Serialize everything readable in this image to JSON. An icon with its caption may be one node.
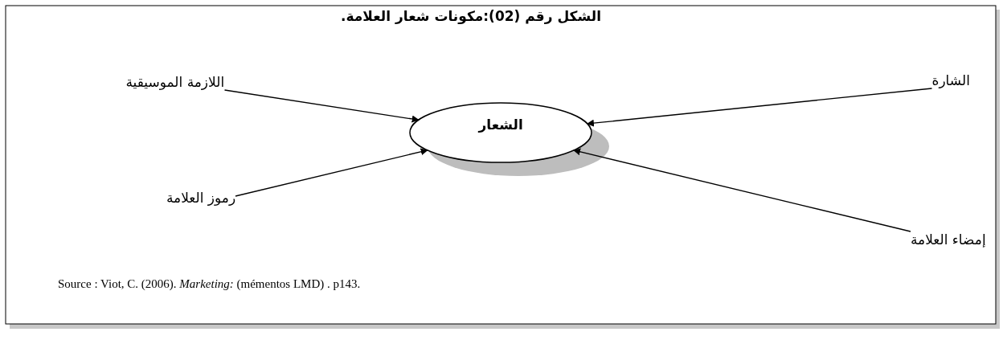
{
  "diagram": {
    "title": "الشكل رقم (02):مكونات شعار العلامة.",
    "nodes": [
      {
        "text": [
          "الشعار"
        ]
      },
      {
        "text": [
          "اللازمة الموسيقية"
        ]
      },
      {
        "text": [
          "الشارة"
        ]
      },
      {
        "text": [
          "رموز العلامة"
        ]
      },
      {
        "text": [
          "إمضاء العلامة"
        ]
      }
    ],
    "edges": [
      {
        "from": 1,
        "to": 0,
        "arrow": "to"
      },
      {
        "from": 2,
        "to": 0,
        "arrow": "to"
      },
      {
        "from": 3,
        "to": 0,
        "arrow": "to"
      },
      {
        "from": 4,
        "to": 0,
        "arrow": "to"
      }
    ],
    "labels": [
      "Source : Viot, C. (2006). *Marketing:* (mémentos LMD) . p143."
    ]
  }
}
